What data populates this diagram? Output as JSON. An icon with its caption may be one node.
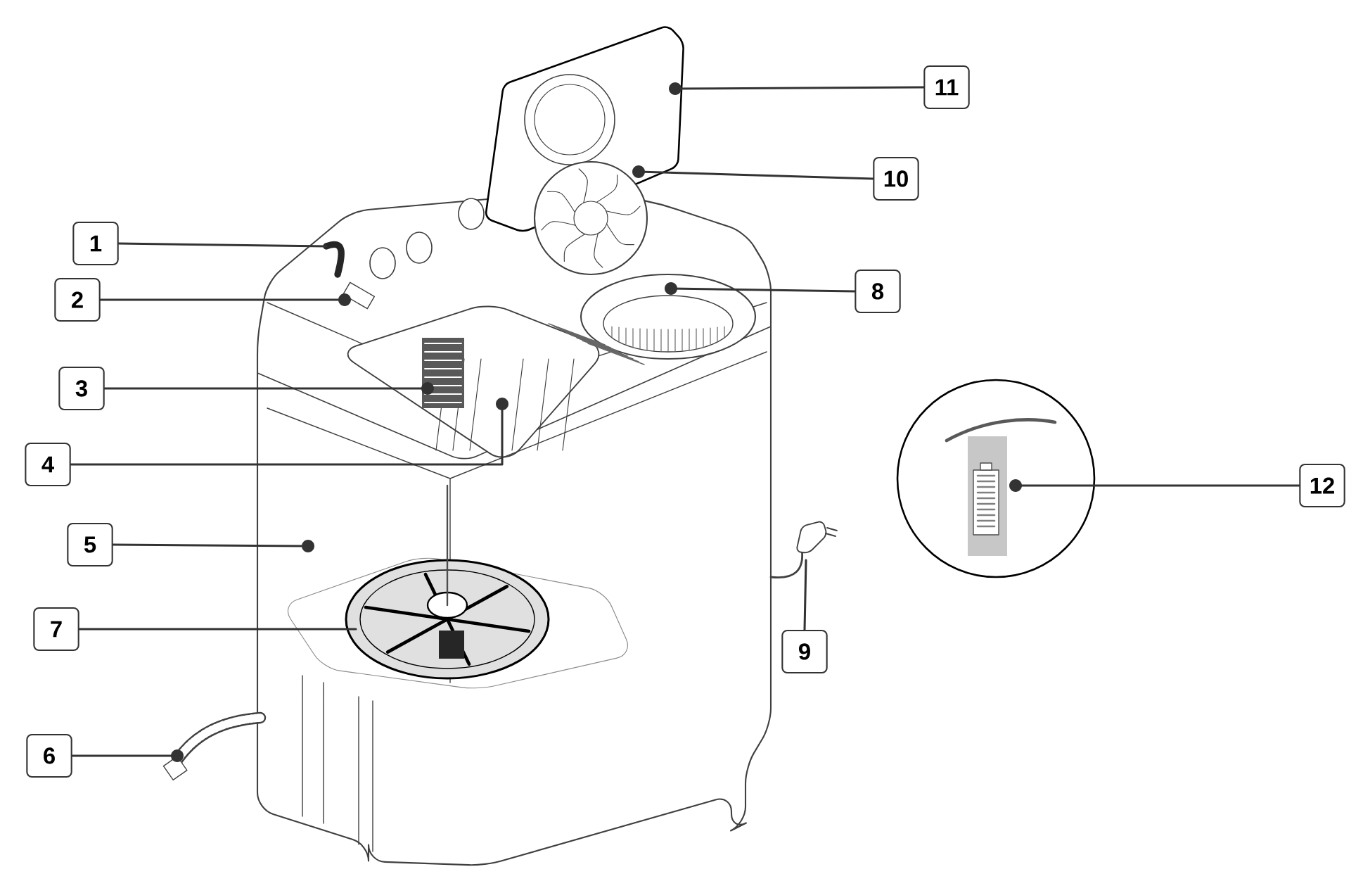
{
  "diagram": {
    "nodes": [
      {
        "text": [
          "1"
        ]
      },
      {
        "text": [
          "2"
        ]
      },
      {
        "text": [
          "3"
        ]
      },
      {
        "text": [
          "4"
        ]
      },
      {
        "text": [
          "5"
        ]
      },
      {
        "text": [
          "6"
        ]
      },
      {
        "text": [
          "7"
        ]
      },
      {
        "text": [
          "8"
        ]
      },
      {
        "text": [
          "9"
        ]
      },
      {
        "text": [
          "10"
        ]
      },
      {
        "text": [
          "11"
        ]
      },
      {
        "text": [
          "12"
        ]
      }
    ],
    "edges": [
      {
        "from": 0,
        "to": null,
        "arrow": "none"
      },
      {
        "from": 1,
        "to": null,
        "arrow": "other"
      },
      {
        "from": 2,
        "to": null,
        "arrow": "other"
      },
      {
        "from": 3,
        "to": null,
        "arrow": "other"
      },
      {
        "from": 4,
        "to": null,
        "arrow": "other"
      },
      {
        "from": 5,
        "to": null,
        "arrow": "other"
      },
      {
        "from": 6,
        "to": null,
        "arrow": "none"
      },
      {
        "from": 7,
        "to": null,
        "arrow": "other"
      },
      {
        "from": 8,
        "to": null,
        "arrow": "none"
      },
      {
        "from": 9,
        "to": null,
        "arrow": "other"
      },
      {
        "from": 10,
        "to": null,
        "arrow": "other"
      },
      {
        "from": 11,
        "to": null,
        "arrow": "other"
      }
    ]
  }
}
